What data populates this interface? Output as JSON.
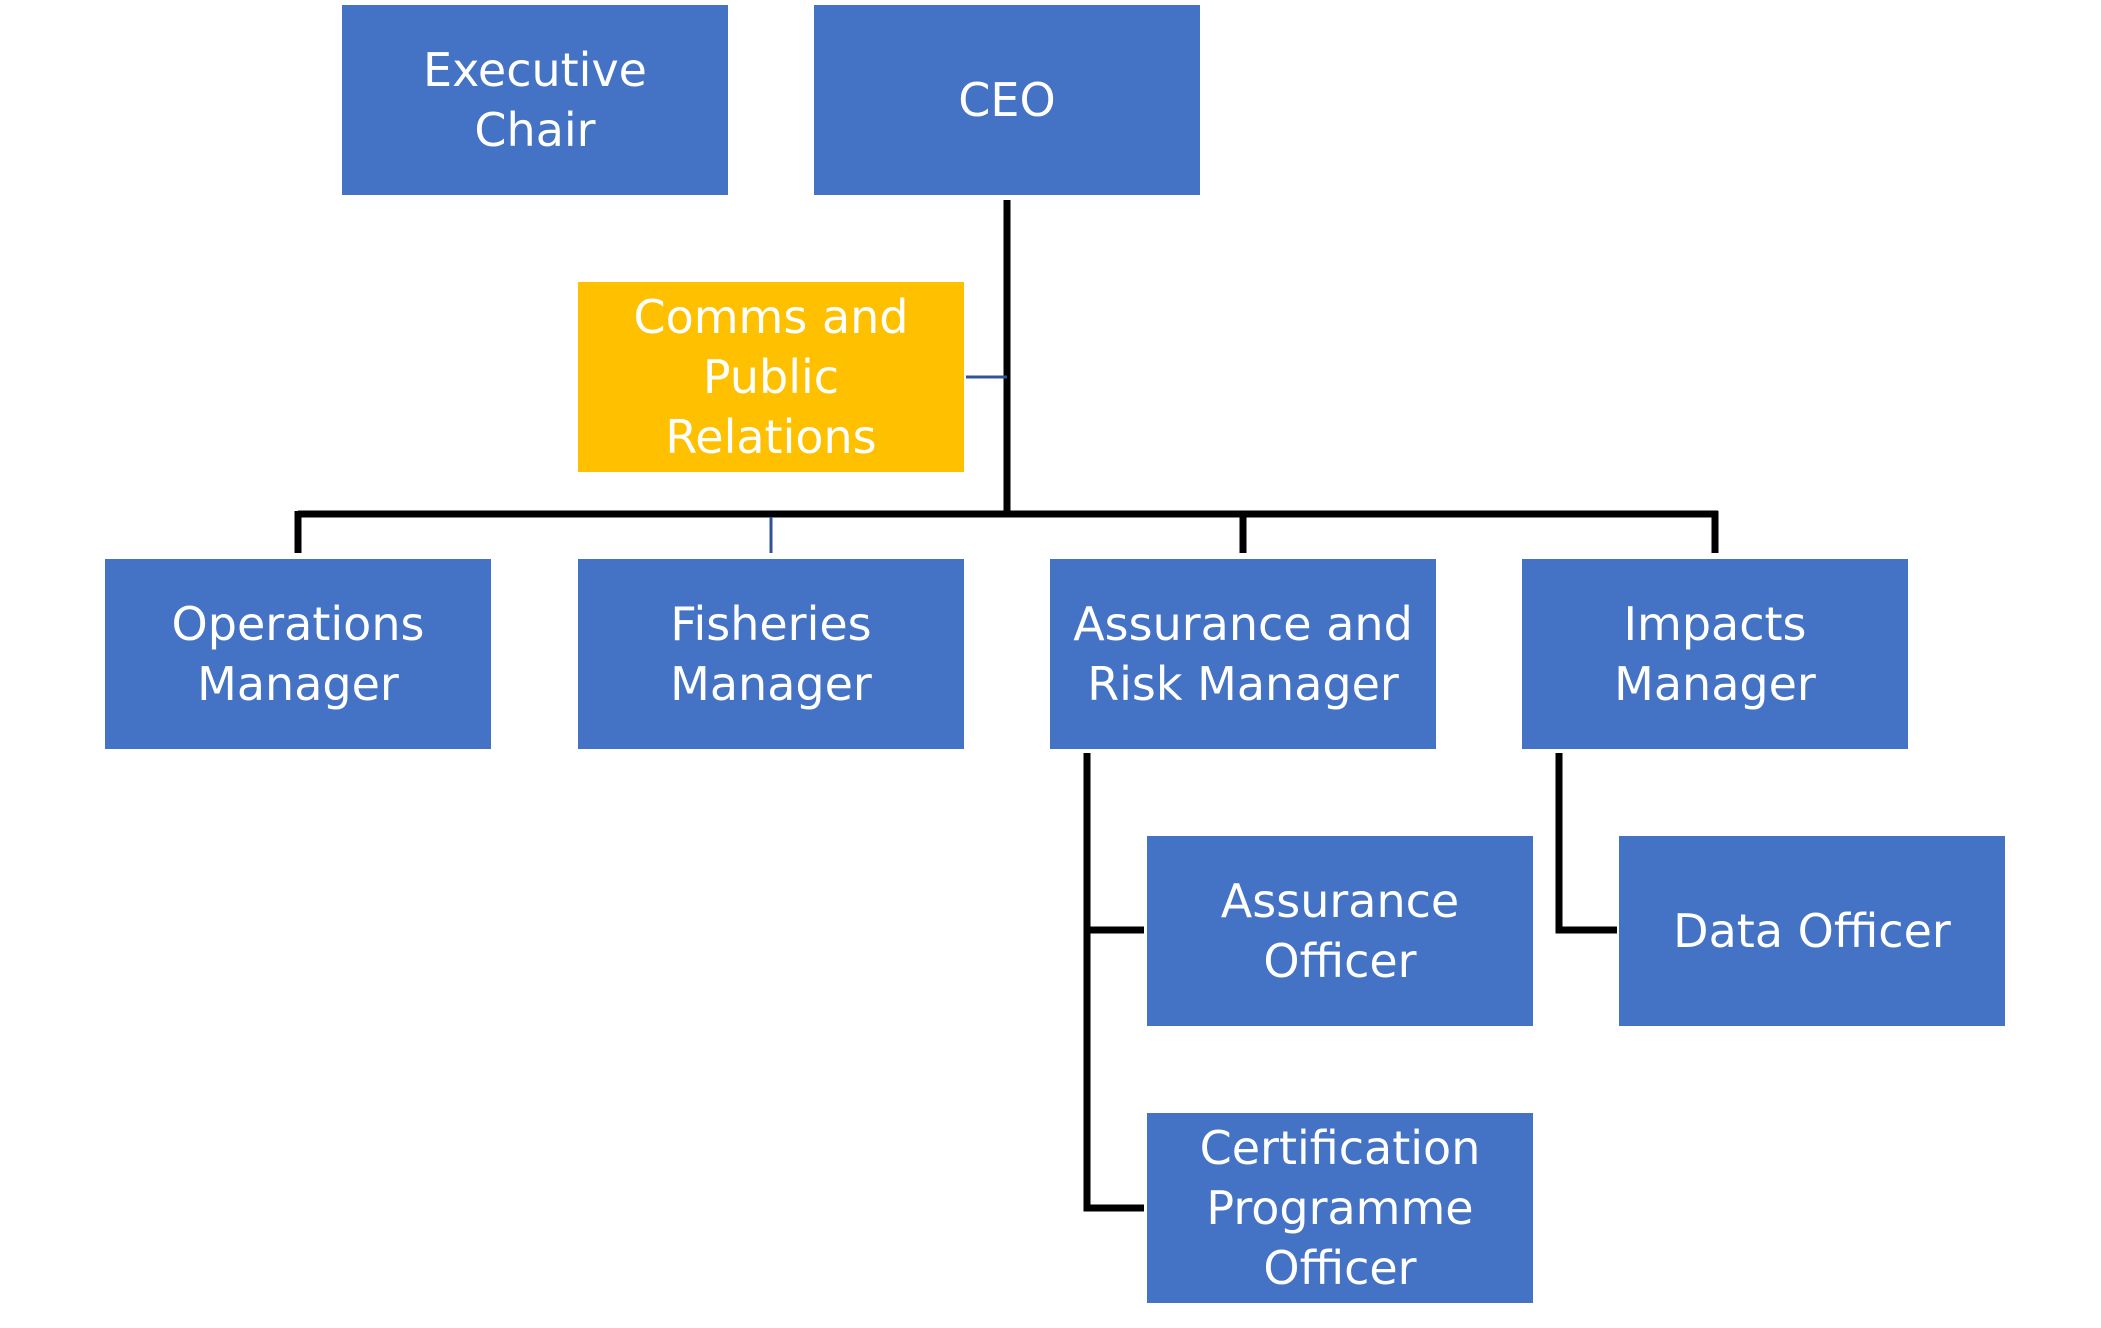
{
  "colors": {
    "node_fill": "#4472c4",
    "accent_fill": "#ffc000",
    "text": "#ffffff",
    "line": "#000000",
    "thin_line": "#2f5597"
  },
  "nodes": {
    "executive_chair": "Executive Chair",
    "ceo": "CEO",
    "comms": "Comms and\nPublic Relations",
    "operations": "Operations\nManager",
    "fisheries": "Fisheries\nManager",
    "assurance_risk": "Assurance and\nRisk Manager",
    "impacts": "Impacts\nManager",
    "assurance_officer": "Assurance\nOfficer",
    "data_officer": "Data Officer",
    "cert_officer": "Certification\nProgramme\nOfficer"
  }
}
